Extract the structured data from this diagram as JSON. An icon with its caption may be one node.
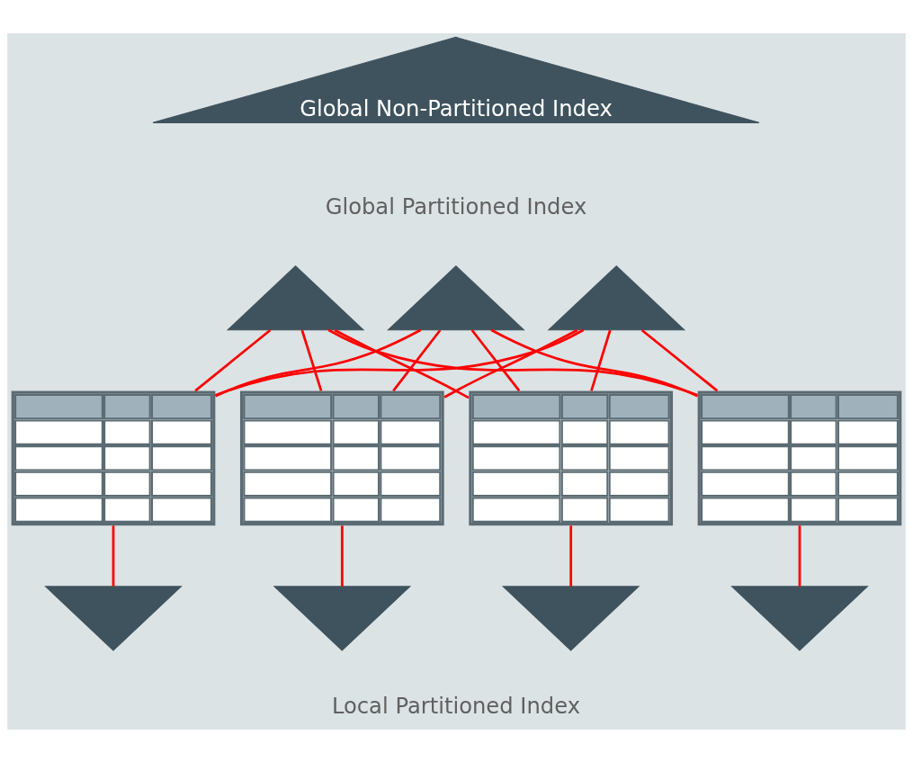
{
  "diagram": {
    "nodes": [
      {
        "text": [
          "Global Non-Partitioned Index"
        ]
      },
      {
        "text": [],
        "shape": "triangle"
      },
      {
        "text": [],
        "shape": "triangle"
      },
      {
        "text": [],
        "shape": "triangle"
      },
      {
        "text": [],
        "shape": "table"
      },
      {
        "text": [],
        "shape": "table"
      },
      {
        "text": [],
        "shape": "table"
      },
      {
        "text": [],
        "shape": "table"
      },
      {
        "text": [],
        "shape": "triangle"
      },
      {
        "text": [],
        "shape": "triangle"
      },
      {
        "text": [],
        "shape": "triangle"
      },
      {
        "text": [],
        "shape": "triangle"
      }
    ],
    "edges": [
      {
        "from": 1,
        "to": 4,
        "arrow": "none"
      },
      {
        "from": 1,
        "to": 5,
        "arrow": "none"
      },
      {
        "from": 1,
        "to": 6,
        "arrow": "none"
      },
      {
        "from": 1,
        "to": 7,
        "arrow": "none"
      },
      {
        "from": 2,
        "to": 4,
        "arrow": "none"
      },
      {
        "from": 2,
        "to": 5,
        "arrow": "none"
      },
      {
        "from": 2,
        "to": 6,
        "arrow": "none"
      },
      {
        "from": 2,
        "to": 7,
        "arrow": "none"
      },
      {
        "from": 3,
        "to": 4,
        "arrow": "none"
      },
      {
        "from": 3,
        "to": 5,
        "arrow": "none"
      },
      {
        "from": 3,
        "to": 6,
        "arrow": "none"
      },
      {
        "from": 3,
        "to": 7,
        "arrow": "none"
      },
      {
        "from": 4,
        "to": 8,
        "arrow": "none"
      },
      {
        "from": 5,
        "to": 9,
        "arrow": "none"
      },
      {
        "from": 6,
        "to": 10,
        "arrow": "none"
      },
      {
        "from": 7,
        "to": 11,
        "arrow": "none"
      }
    ],
    "labels": [
      "Global Partitioned Index",
      "Local Partitioned Index"
    ]
  }
}
